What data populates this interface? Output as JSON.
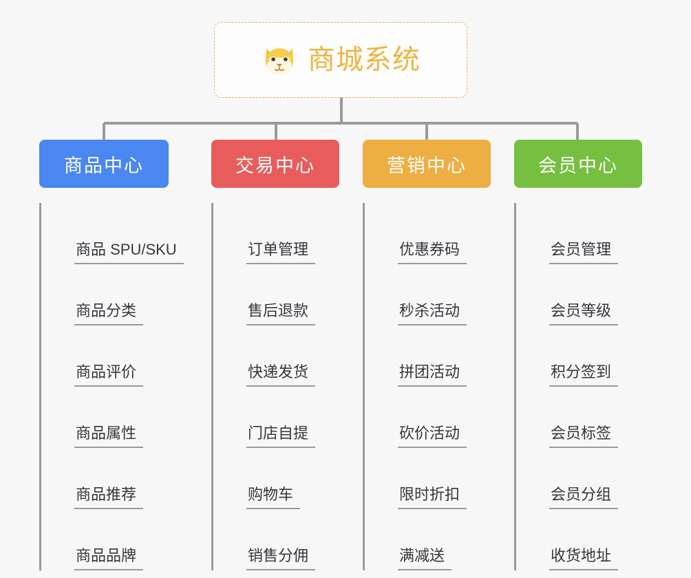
{
  "diagram": {
    "type": "org-chart",
    "background_color": "#f7f7f7",
    "connector_color": "#9a9a9a"
  },
  "root": {
    "title": "商城系统",
    "icon": "shiba-dog-face-icon",
    "text_color": "#edb543",
    "border_color": "#e8b44a",
    "background_color": "#fdfdfd"
  },
  "branches": [
    {
      "label": "商品中心",
      "color": "#4a87f0",
      "items": [
        "商品 SPU/SKU",
        "商品分类",
        "商品评价",
        "商品属性",
        "商品推荐",
        "商品品牌"
      ]
    },
    {
      "label": "交易中心",
      "color": "#e85c5c",
      "items": [
        "订单管理",
        "售后退款",
        "快递发货",
        "门店自提",
        "购物车",
        "销售分佣"
      ]
    },
    {
      "label": "营销中心",
      "color": "#edae42",
      "items": [
        "优惠券码",
        "秒杀活动",
        "拼团活动",
        "砍价活动",
        "限时折扣",
        "满减送"
      ]
    },
    {
      "label": "会员中心",
      "color": "#76bf40",
      "items": [
        "会员管理",
        "会员等级",
        "积分签到",
        "会员标签",
        "会员分组",
        "收货地址"
      ]
    }
  ]
}
